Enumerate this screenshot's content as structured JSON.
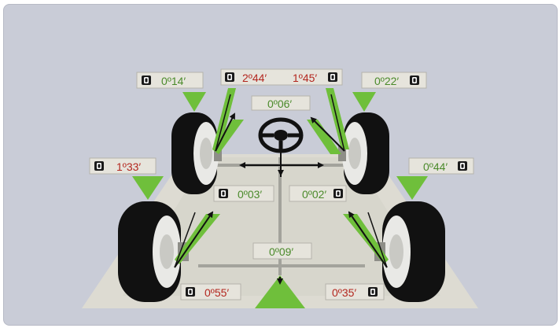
{
  "colors": {
    "panel_background": "#c9ccd7",
    "floor": "#dddbd2",
    "label_box": "#e6e4dc",
    "green_value": "#4a8a2a",
    "red_value": "#b3261e",
    "indicator_green": "#6fbf3b",
    "tire": "#111111",
    "rim": "#e9e9e6"
  },
  "icons": {
    "wheel_marker": "wheel-marker-icon",
    "steering": "steering-wheel-icon"
  },
  "measurements": {
    "front_left_outer": {
      "value": "0º14′",
      "status": "ok"
    },
    "front_left_inner": {
      "value": "2º44′",
      "status": "out-of-spec"
    },
    "front_right_inner": {
      "value": "1º45′",
      "status": "out-of-spec"
    },
    "front_right_outer": {
      "value": "0º22′",
      "status": "ok"
    },
    "steering": {
      "value": "0º06′",
      "status": "ok"
    },
    "front_left_toe": {
      "value": "0º03′",
      "status": "ok"
    },
    "front_right_toe": {
      "value": "0º02′",
      "status": "ok"
    },
    "rear_left_outer": {
      "value": "1º33′",
      "status": "out-of-spec"
    },
    "rear_right_outer": {
      "value": "0º44′",
      "status": "ok"
    },
    "rear_thrust": {
      "value": "0º09′",
      "status": "ok"
    },
    "rear_left_toe": {
      "value": "0º55′",
      "status": "out-of-spec"
    },
    "rear_right_toe": {
      "value": "0º35′",
      "status": "out-of-spec"
    }
  }
}
